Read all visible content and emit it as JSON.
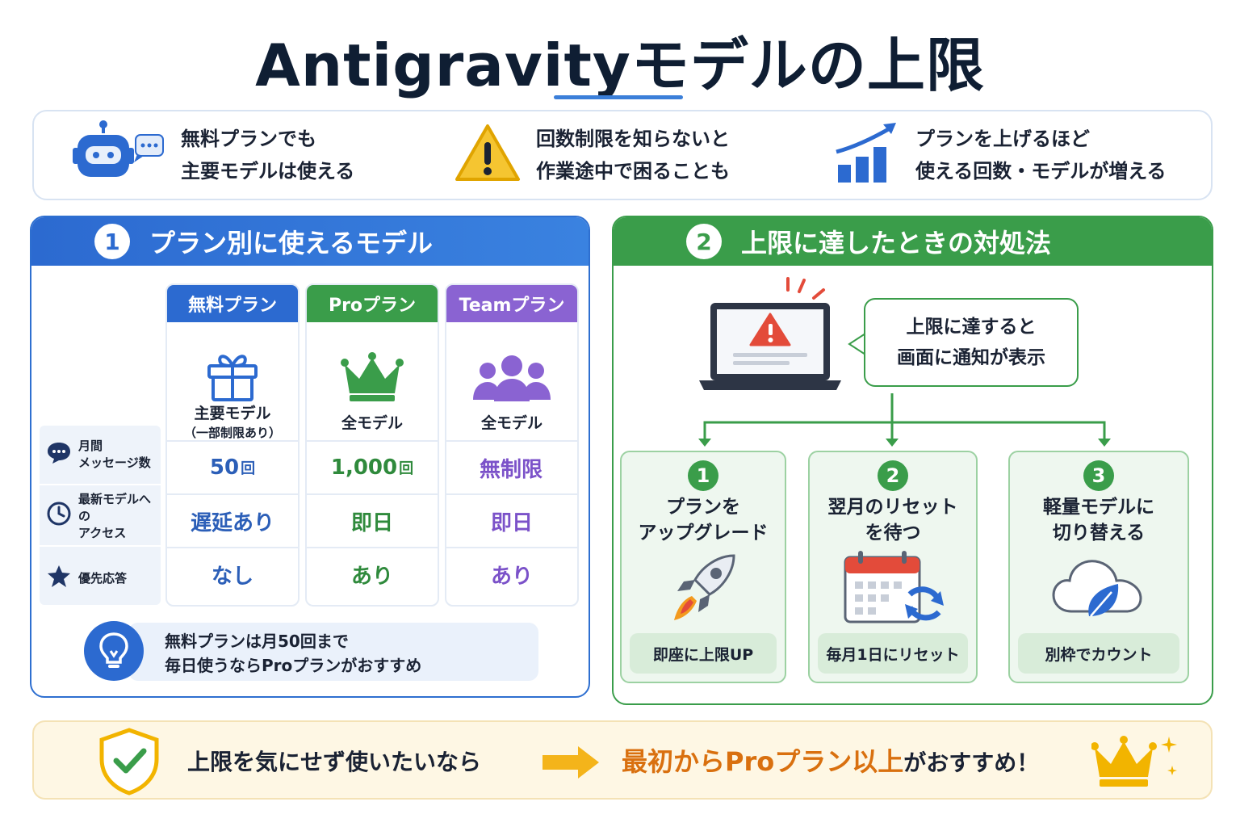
{
  "title": "Antigravityモデルの上限",
  "banner": [
    {
      "icon": "robot-icon",
      "line1": "無料プランでも",
      "line2": "主要モデルは使える"
    },
    {
      "icon": "warning-icon",
      "line1": "回数制限を知らないと",
      "line2": "作業途中で困ることも"
    },
    {
      "icon": "growth-chart-icon",
      "line1": "プランを上げるほど",
      "line2": "使える回数・モデルが増える"
    }
  ],
  "left_panel": {
    "number": "1",
    "title": "プラン別に使えるモデル",
    "row_labels": [
      {
        "icon": "chat-icon",
        "line1": "月間",
        "line2": "メッセージ数"
      },
      {
        "icon": "clock-icon",
        "line1": "最新モデルへの",
        "line2": "アクセス"
      },
      {
        "icon": "star-icon",
        "line1": "優先応答",
        "line2": ""
      }
    ],
    "plans": [
      {
        "name": "無料プラン",
        "icon": "gift-icon",
        "model": "主要モデル",
        "model_sub": "（一部制限あり）",
        "messages": "50",
        "messages_unit": "回",
        "access": "遅延あり",
        "priority": "なし",
        "color": "#2c6ad0",
        "text_color": "#2c5fb8"
      },
      {
        "name": "Proプラン",
        "icon": "crown-icon",
        "model": "全モデル",
        "model_sub": "",
        "messages": "1,000",
        "messages_unit": "回",
        "access": "即日",
        "priority": "あり",
        "color": "#3a9d4a",
        "text_color": "#2f8a3c"
      },
      {
        "name": "Teamプラン",
        "icon": "team-icon",
        "model": "全モデル",
        "model_sub": "",
        "messages": "無制限",
        "messages_unit": "",
        "access": "即日",
        "priority": "あり",
        "color": "#8a63d2",
        "text_color": "#7b52c9"
      }
    ],
    "tip_line1": "無料プランは月50回まで",
    "tip_line2": "毎日使うならProプランがおすすめ"
  },
  "right_panel": {
    "number": "2",
    "title": "上限に達したときの対処法",
    "bubble_line1": "上限に達すると",
    "bubble_line2": "画面に通知が表示",
    "steps": [
      {
        "number": "1",
        "line1": "プランを",
        "line2": "アップグレード",
        "icon": "rocket-icon",
        "foot": "即座に上限UP"
      },
      {
        "number": "2",
        "line1": "翌月のリセット",
        "line2": "を待つ",
        "icon": "calendar-refresh-icon",
        "foot": "毎月1日にリセット"
      },
      {
        "number": "3",
        "line1": "軽量モデルに",
        "line2": "切り替える",
        "icon": "cloud-leaf-icon",
        "foot": "別枠でカウント"
      }
    ]
  },
  "bottom": {
    "lead": "上限を気にせず使いたいなら",
    "accent": "最初からProプラン以上",
    "tail": "がおすすめ！"
  },
  "colors": {
    "blue": "#2c6ad0",
    "green": "#3a9d4a",
    "purple": "#8a63d2",
    "orange": "#d9700f",
    "yellow": "#f2b400"
  }
}
